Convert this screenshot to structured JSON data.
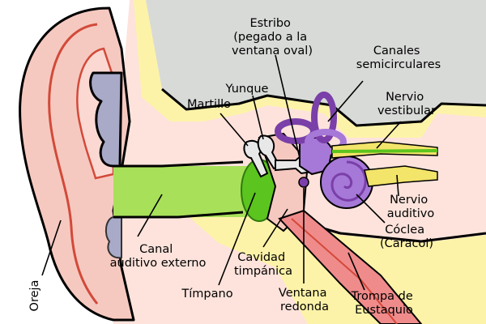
{
  "labels": {
    "estribo": [
      "Estribo",
      "(pegado a la",
      "ventana oval)"
    ],
    "canales": [
      "Canales",
      "semicirculares"
    ],
    "yunque": [
      "Yunque"
    ],
    "martillo": [
      "Martillo"
    ],
    "nervio_vestibular": [
      "Nervio",
      "vestibular"
    ],
    "nervio_auditivo": [
      "Nervio",
      "auditivo"
    ],
    "coclea": [
      "Cóclea",
      "(Caracol)"
    ],
    "canal_auditivo": [
      "Canal",
      "auditivo externo"
    ],
    "cavidad": [
      "Cavidad",
      "timpánica"
    ],
    "timpano": [
      "Tímpano"
    ],
    "ventana": [
      "Ventana",
      "redonda"
    ],
    "trompa": [
      "Trompa de",
      "Eustaquio"
    ],
    "oreja": [
      "Oreja"
    ]
  },
  "colors": {
    "skin": "#f6c9c0",
    "skin_light": "#fde3dc",
    "bone": "#fdf3a8",
    "bone_dark": "#f3e46a",
    "canal": "#a8e05a",
    "eardrum": "#5cc41e",
    "inner_ear": "#a678d8",
    "inner_ear_dark": "#7a3fa8",
    "cartilage": "#a9a9c8",
    "sky": "#d8dad8",
    "tube": "#f08b8b",
    "ossicle": "#e8e8e8"
  }
}
